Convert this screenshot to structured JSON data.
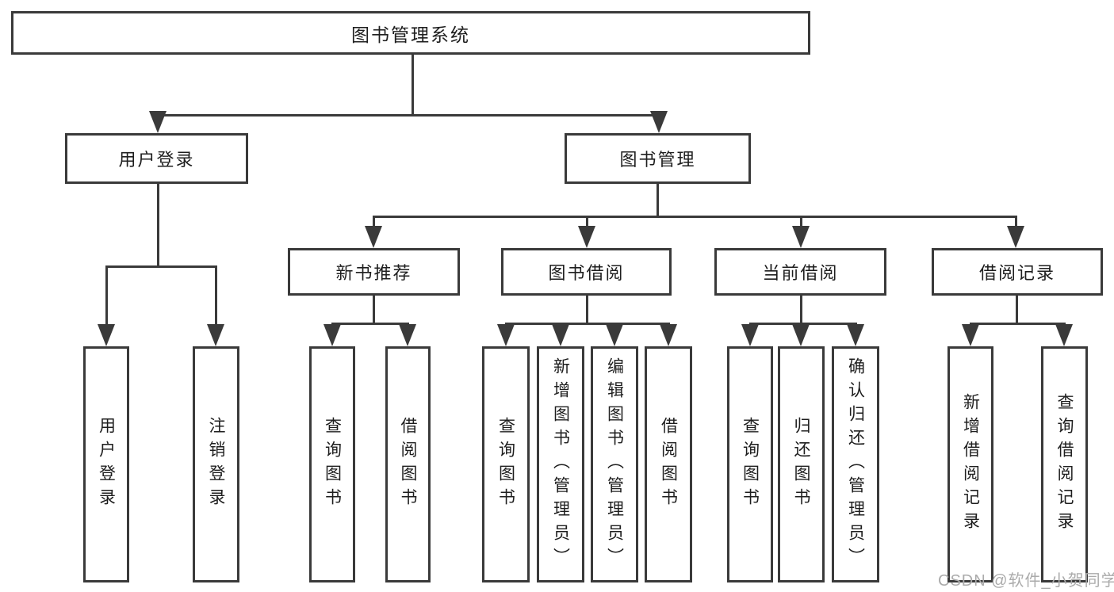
{
  "tree": {
    "root": {
      "label": "图书管理系统",
      "children": [
        {
          "label": "用户登录",
          "children": [
            {
              "label": "用户登录"
            },
            {
              "label": "注销登录"
            }
          ]
        },
        {
          "label": "图书管理",
          "children": [
            {
              "label": "新书推荐",
              "children": [
                {
                  "label": "查询图书"
                },
                {
                  "label": "借阅图书"
                }
              ]
            },
            {
              "label": "图书借阅",
              "children": [
                {
                  "label": "查询图书"
                },
                {
                  "label": "新增图书（管理员）"
                },
                {
                  "label": "编辑图书（管理员）"
                },
                {
                  "label": "借阅图书"
                }
              ]
            },
            {
              "label": "当前借阅",
              "children": [
                {
                  "label": "查询图书"
                },
                {
                  "label": "归还图书"
                },
                {
                  "label": "确认归还（管理员）"
                }
              ]
            },
            {
              "label": "借阅记录",
              "children": [
                {
                  "label": "新增借阅记录"
                },
                {
                  "label": "查询借阅记录"
                }
              ]
            }
          ]
        }
      ]
    }
  },
  "watermark": {
    "text": "CSDN @软件_小贺同学"
  },
  "colors": {
    "line": "#3a3a3a",
    "text": "#1e1e1e",
    "watermark": "#ababab",
    "background": "#ffffff"
  }
}
